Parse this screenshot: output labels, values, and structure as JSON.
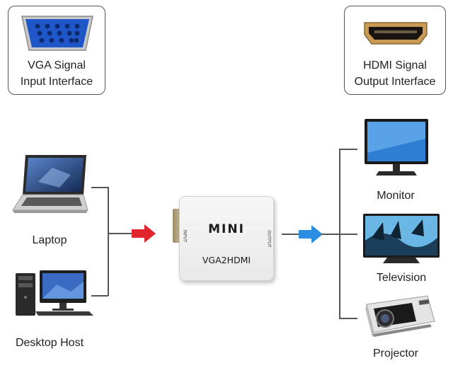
{
  "input_box": {
    "line1": "VGA Signal",
    "line2": "Input Interface"
  },
  "output_box": {
    "line1": "HDMI Signal",
    "line2": "Output Interface"
  },
  "converter": {
    "brand": "MINI",
    "model": "VGA2HDMI",
    "port_in": "INPUT",
    "port_out": "OUTPUT"
  },
  "sources": [
    {
      "label": "Laptop"
    },
    {
      "label": "Desktop Host"
    }
  ],
  "outputs": [
    {
      "label": "Monitor"
    },
    {
      "label": "Television"
    },
    {
      "label": "Projector"
    }
  ],
  "colors": {
    "input_arrow": "#e0262a",
    "output_arrow": "#2a8fe0",
    "vga_port": "#1f56c8"
  }
}
